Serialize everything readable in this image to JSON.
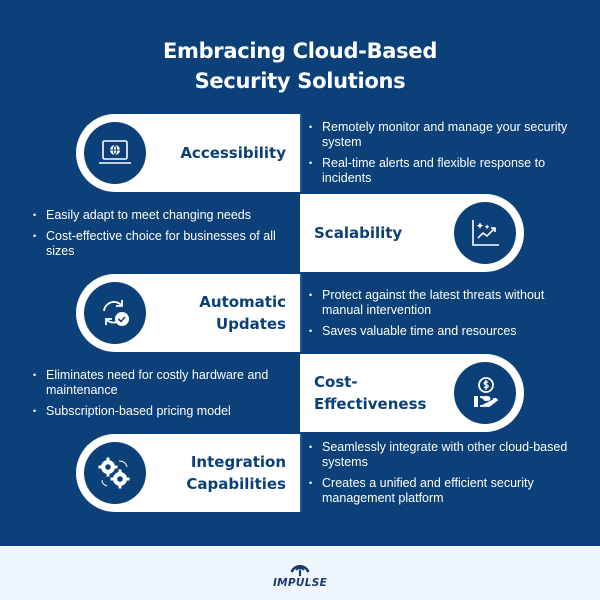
{
  "title": {
    "line1": "Embracing Cloud-Based",
    "line2": "Security Solutions"
  },
  "colors": {
    "background": "#0b4079",
    "pill": "#ffffff",
    "heading": "#0b3f78",
    "footer": "#eef5fd"
  },
  "sections": [
    {
      "heading": "Accessibility",
      "icon": "laptop-globe-icon",
      "side": "left",
      "bullets": [
        "Remotely monitor and manage your security system",
        "Real-time alerts and flexible response to incidents"
      ]
    },
    {
      "heading": "Scalability",
      "icon": "growth-chart-icon",
      "side": "right",
      "bullets": [
        "Easily adapt to meet changing needs",
        "Cost-effective choice for businesses of all sizes"
      ]
    },
    {
      "heading_line1": "Automatic",
      "heading_line2": "Updates",
      "icon": "refresh-check-icon",
      "side": "left",
      "bullets": [
        "Protect against the latest threats without manual intervention",
        "Saves valuable time and resources"
      ]
    },
    {
      "heading_line1": "Cost-",
      "heading_line2": "Effectiveness",
      "icon": "hand-coin-icon",
      "side": "right",
      "bullets": [
        "Eliminates need for costly hardware and maintenance",
        "Subscription-based pricing model"
      ]
    },
    {
      "heading_line1": "Integration",
      "heading_line2": "Capabilities",
      "icon": "gears-icon",
      "side": "left",
      "bullets": [
        "Seamlessly integrate with other cloud-based systems",
        "Creates a unified and efficient security management platform"
      ]
    }
  ],
  "footer": {
    "logo_text": "IMPULSE",
    "logo_icon": "signal-tower-icon"
  }
}
